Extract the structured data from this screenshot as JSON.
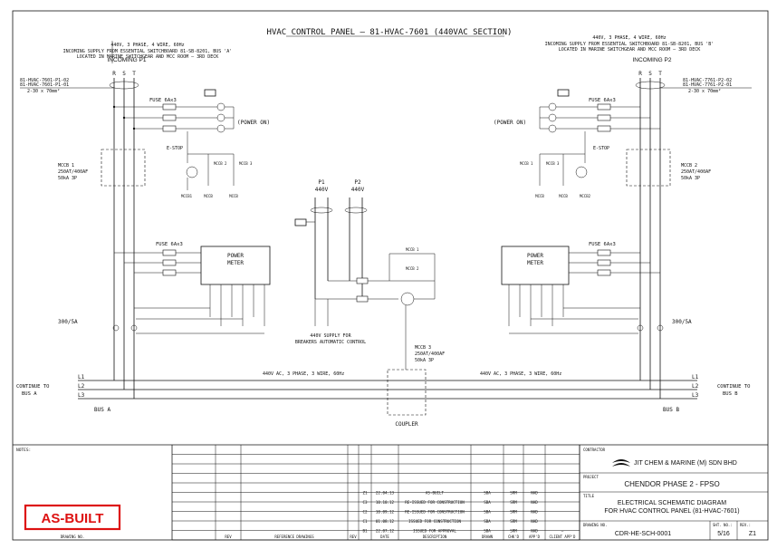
{
  "title": "HVAC CONTROL PANEL – 81-HVAC-7601 (440VAC SECTION)",
  "left": {
    "supply_line1": "440V, 3 PHASE, 4 WIRE, 60Hz",
    "supply_line2": "INCOMING SUPPLY FROM ESSENTIAL SWITCHBOARD 81-SB-8201, BUS 'A'",
    "supply_line3": "LOCATED IN MARINE SWITCHGEAR AND MCC ROOM – 3RD DECK",
    "incoming": "INCOMING P1",
    "phases": [
      "R",
      "S",
      "T"
    ],
    "cable1": "81-HVAC-7601-P1-02",
    "cable2": "81-HVAC-7601-P1-01",
    "cable3": "2-30 x 70mm²",
    "fuse_top": "FUSE 6Ax3",
    "fuse_bottom": "FUSE 6Ax3",
    "power_on": "(POWER ON)",
    "estop": "E-STOP",
    "mccb": [
      "MCCB 1",
      "250AT/400AF",
      "50kA 3P"
    ],
    "ct": "300/5A",
    "continue": [
      "CONTINUE TO",
      "BUS A"
    ],
    "bus": "BUS A",
    "power_meter": [
      "POWER",
      "METER"
    ]
  },
  "right": {
    "supply_line1": "440V, 3 PHASE, 4 WIRE, 60Hz",
    "supply_line2": "INCOMING SUPPLY FROM ESSENTIAL SWITCHBOARD 81-SB-8201, BUS 'B'",
    "supply_line3": "LOCATED IN MARINE SWITCHGEAR AND MCC ROOM – 3RD DECK",
    "incoming": "INCOMING P2",
    "phases": [
      "R",
      "S",
      "T"
    ],
    "cable1": "81-HVAC-7761-P2-02",
    "cable2": "81-HVAC-7761-P2-01",
    "cable3": "2-30 x 70mm²",
    "fuse_top": "FUSE 6Ax3",
    "fuse_bottom": "FUSE 6Ax3",
    "power_on": "(POWER ON)",
    "estop": "E-STOP",
    "mccb": [
      "MCCB 2",
      "250AT/400AF",
      "50kA 3P"
    ],
    "ct": "300/5A",
    "continue": [
      "CONTINUE TO",
      "BUS B"
    ],
    "bus": "BUS B",
    "power_meter": [
      "POWER",
      "METER"
    ]
  },
  "center": {
    "p1": [
      "P1",
      "440V"
    ],
    "p2": [
      "P2",
      "440V"
    ],
    "supply": [
      "440V SUPPLY FOR",
      "BREAKERS AUTOMATIC CONTROL"
    ],
    "mccb3": [
      "MCCB 3",
      "250AT/400AF",
      "50kA 3P"
    ],
    "coupler": "COUPLER",
    "bus_text_left": "440V AC, 3 PHASE, 3 WIRE, 60Hz",
    "bus_text_right": "440V AC, 3 PHASE, 3 WIRE, 60Hz",
    "lines": [
      "L1",
      "L2",
      "L3"
    ]
  },
  "title_block": {
    "notes": "NOTES:",
    "revisions": [
      {
        "rev": "Z1",
        "date": "22.04.13",
        "desc": "AS-BUILT",
        "dr": "SBA",
        "chk": "SRM",
        "app": "NAD",
        "client": ""
      },
      {
        "rev": "C3",
        "date": "10.10.12",
        "desc": "RE-ISSUED FOR CONSTRUCTION",
        "dr": "SBA",
        "chk": "SRM",
        "app": "NAD",
        "client": ""
      },
      {
        "rev": "C2",
        "date": "10.09.12",
        "desc": "RE-ISSUED FOR CONSTRUCTION",
        "dr": "SBA",
        "chk": "SRM",
        "app": "NAD",
        "client": ""
      },
      {
        "rev": "C1",
        "date": "01.08.12",
        "desc": "ISSUED FOR CONSTRUCTION",
        "dr": "SBA",
        "chk": "SRM",
        "app": "NAD",
        "client": ""
      },
      {
        "rev": "B1",
        "date": "22.07.12",
        "desc": "ISSUED FOR APPROVAL",
        "dr": "SBA",
        "chk": "SRM",
        "app": "NAD",
        "client": "–"
      }
    ],
    "headers": [
      "DRAWING NO.",
      "REV",
      "REFERENCE DRAWINGS",
      "REV",
      "DATE",
      "DESCRIPTION",
      "DRAWN",
      "CHK'D",
      "APP'D",
      "CLIENT APP'D"
    ],
    "as_built": "AS-BUILT",
    "contractor_label": "CONTRACTOR",
    "contractor": "JIT CHEM & MARINE (M) SDN BHD",
    "project_label": "PROJECT",
    "project": "CHENDOR PHASE 2 - FPSO",
    "title_label": "TITLE",
    "title1": "ELECTRICAL SCHEMATIC DIAGRAM",
    "title2": "FOR HVAC CONTROL PANEL (81-HVAC-7601)",
    "drawing_no_label": "DRAWING NO.",
    "drawing_no": "CDR-HE-SCH-0001",
    "sheet_label": "SHT. NO.:",
    "sheet": "5/16",
    "rev_label": "REV.:",
    "rev": "Z1"
  }
}
